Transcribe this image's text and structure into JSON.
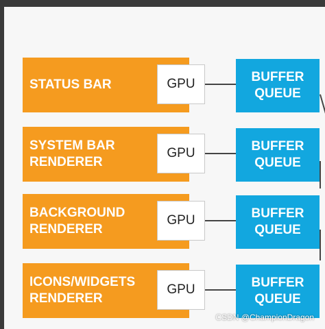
{
  "diagram": {
    "rows": [
      {
        "renderer": "STATUS BAR",
        "gpu": "GPU",
        "queue": "BUFFER QUEUE"
      },
      {
        "renderer": "SYSTEM BAR RENDERER",
        "gpu": "GPU",
        "queue": "BUFFER QUEUE"
      },
      {
        "renderer": "BACKGROUND RENDERER",
        "gpu": "GPU",
        "queue": "BUFFER QUEUE"
      },
      {
        "renderer": "ICONS/WIDGETS RENDERER",
        "gpu": "GPU",
        "queue": "BUFFER QUEUE"
      }
    ]
  },
  "watermark": "CSDN @ChampionDragon",
  "colors": {
    "renderer": "#f59b1f",
    "queue": "#12a7df",
    "gpu_box": "#ffffff",
    "connector": "#444444",
    "background": "#f7f7f7"
  }
}
